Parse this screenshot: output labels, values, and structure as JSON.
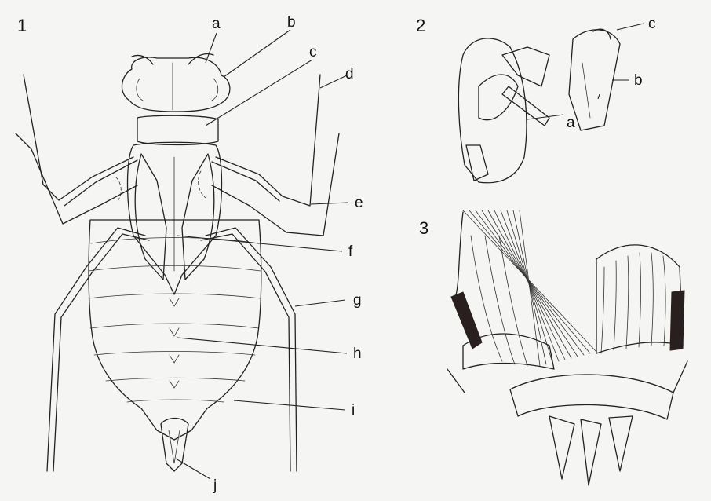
{
  "figure": {
    "panels": [
      {
        "number": "1",
        "labels": [
          "a",
          "b",
          "c",
          "d",
          "e",
          "f",
          "g",
          "h",
          "i",
          "j"
        ]
      },
      {
        "number": "2",
        "labels": [
          "a",
          "b",
          "c"
        ]
      },
      {
        "number": "3",
        "labels": []
      }
    ]
  },
  "colors": {
    "paper": "#f5f5f3",
    "ink": "#222222",
    "muscle_dark": "#2a1f1f"
  }
}
